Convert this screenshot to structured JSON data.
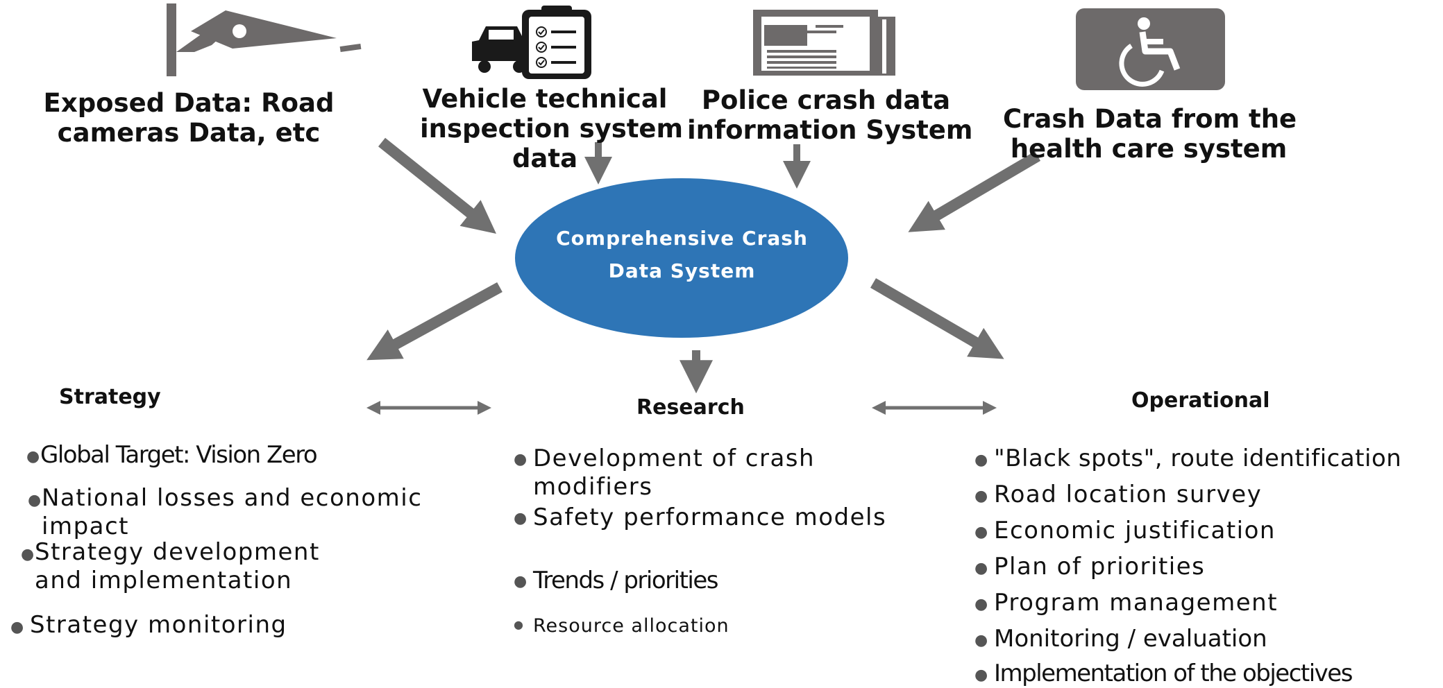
{
  "sources": [
    {
      "icon": "camera-icon",
      "lines": [
        "Exposed Data: Road",
        "cameras Data, etc"
      ]
    },
    {
      "icon": "inspection-checklist-icon",
      "lines": [
        "Vehicle technical",
        "inspection system",
        "data"
      ]
    },
    {
      "icon": "newspaper-icon",
      "lines": [
        "Police crash data",
        "information System"
      ]
    },
    {
      "icon": "wheelchair-icon",
      "lines": [
        "Crash Data from the",
        "health care system"
      ]
    }
  ],
  "hub": {
    "lines": [
      "Comprehensive Crash",
      "Data System"
    ]
  },
  "categories": {
    "strategy": {
      "title": "Strategy",
      "items": [
        [
          "Global Target: Vision Zero"
        ],
        [
          "National losses and economic",
          "impact"
        ],
        [
          "Strategy development",
          "and implementation"
        ],
        [
          "Strategy monitoring"
        ]
      ]
    },
    "research": {
      "title": "Research",
      "items": [
        [
          "Development of crash",
          "modifiers"
        ],
        [
          "Safety performance models"
        ],
        [
          "Trends / priorities"
        ],
        [
          "Resource allocation"
        ]
      ]
    },
    "operational": {
      "title": "Operational",
      "items": [
        [
          "\"Black spots\", route identification"
        ],
        [
          "Road location survey"
        ],
        [
          "Economic justification"
        ],
        [
          "Plan of priorities"
        ],
        [
          "Program management"
        ],
        [
          "Monitoring / evaluation"
        ],
        [
          "Implementation of the objectives"
        ]
      ]
    }
  },
  "colors": {
    "hub_fill": "#2e75b6",
    "arrow": "#707070",
    "icon": "#6d6a6a"
  }
}
